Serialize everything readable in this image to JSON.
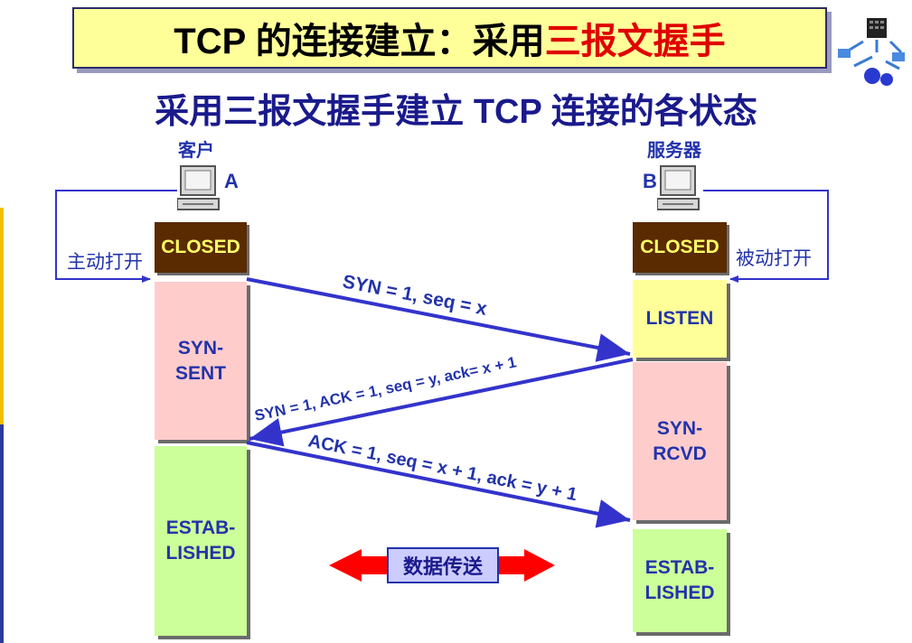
{
  "title": {
    "prefix": "TCP 的连接建立：采用",
    "highlight": "三报文握手"
  },
  "subtitle": "采用三报文握手建立 TCP 连接的各状态",
  "client": {
    "role_label": "客户",
    "host_label": "A",
    "action_label": "主动打开"
  },
  "server": {
    "role_label": "服务器",
    "host_label": "B",
    "action_label": "被动打开"
  },
  "client_states": {
    "closed": "CLOSED",
    "syn_sent": "SYN-\nSENT",
    "established": "ESTAB-\nLISHED"
  },
  "server_states": {
    "closed": "CLOSED",
    "listen": "LISTEN",
    "syn_rcvd": "SYN-\nRCVD",
    "established": "ESTAB-\nLISHED"
  },
  "messages": {
    "syn": "SYN = 1, seq = x",
    "syn_ack": "SYN = 1, ACK = 1, seq = y, ack= x + 1",
    "ack": "ACK = 1, seq = x + 1, ack = y + 1"
  },
  "data_transfer_label": "数据传送",
  "colors": {
    "accent_blue": "#3333cc",
    "title_highlight": "#e00000",
    "closed_bg": "#5a2a00",
    "closed_text": "#ffff66",
    "data_arrow": "#ff0000"
  }
}
